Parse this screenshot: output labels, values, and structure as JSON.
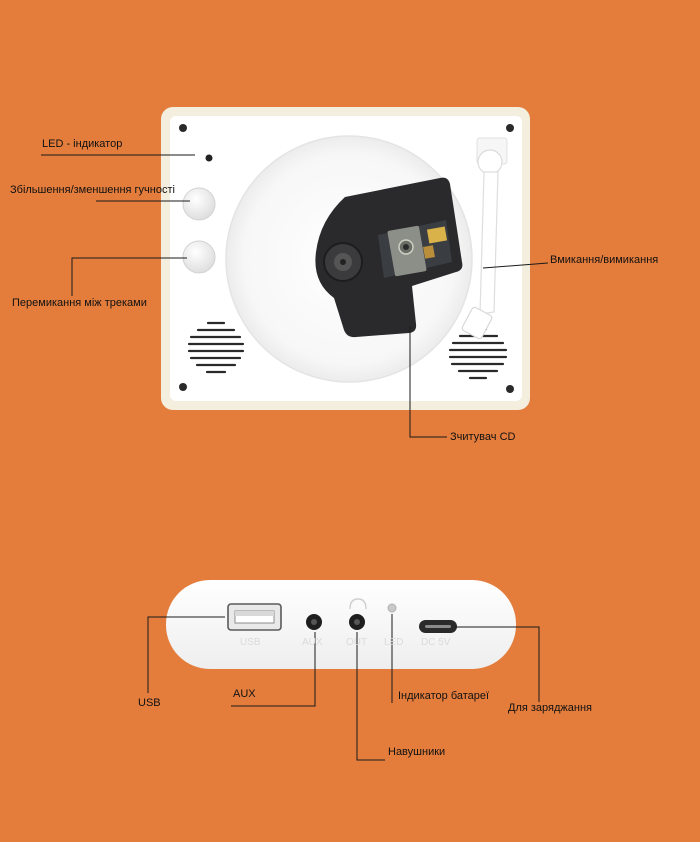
{
  "front_labels": {
    "led": "LED - індикатор",
    "volume": "Збільшення/зменшення гучності",
    "tracks": "Перемикання між треками",
    "power": "Вмикання/вимикання",
    "cd_reader": "Зчитувач CD"
  },
  "side_labels": {
    "usb": "USB",
    "aux": "AUX",
    "headphones": "Навушники",
    "battery": "Індикатор батареї",
    "charging": "Для заряджання"
  },
  "port_engravings": {
    "usb": "USB",
    "aux": "AUX",
    "out": "OUT",
    "led": "LED",
    "dc": "DC 5V"
  },
  "colors": {
    "background": "#E47D3C",
    "device_frame": "#F3EEDD",
    "device_face": "#FFFFFF",
    "cd_mechanism": "#2A2A2C"
  }
}
